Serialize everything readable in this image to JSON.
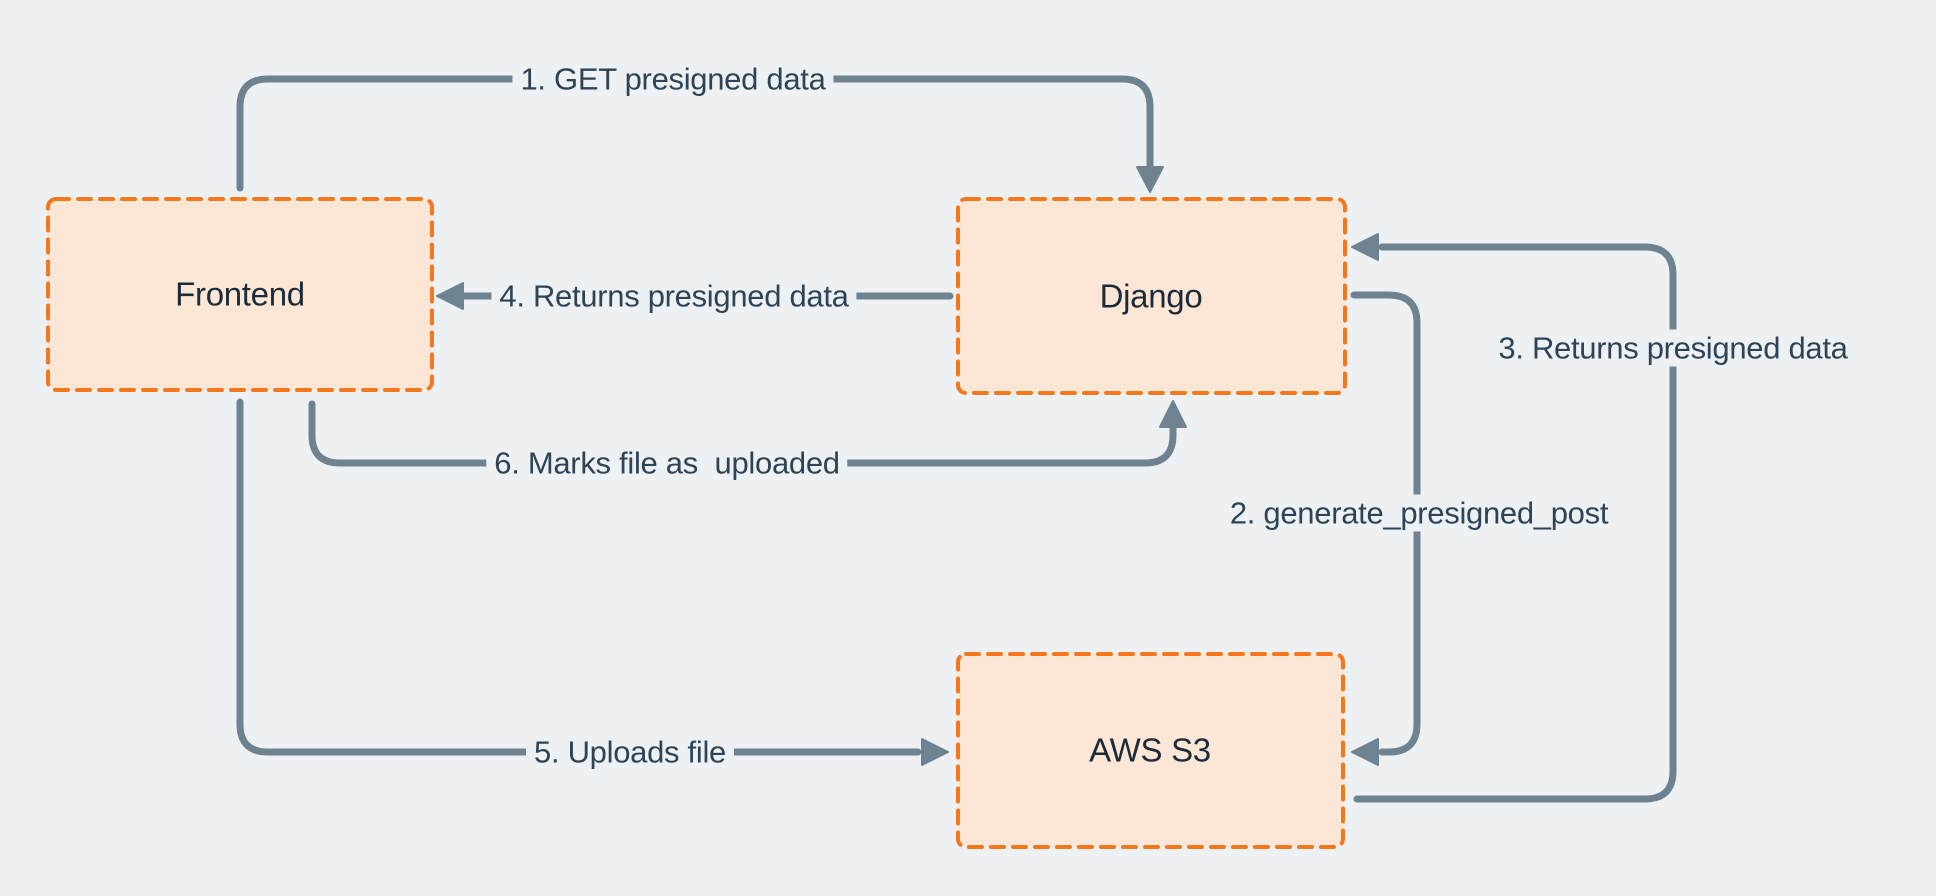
{
  "diagram": {
    "background_color": "#eef1f4",
    "connector_color": "#6f8290",
    "node_border_color": "#f4771e",
    "node_fill_color": "#fce6d6",
    "node_text_color": "#1c2b39",
    "edge_label_color": "#2e4456",
    "nodes": [
      {
        "id": "frontend",
        "label": "Frontend"
      },
      {
        "id": "django",
        "label": "Django"
      },
      {
        "id": "aws-s3",
        "label": "AWS S3"
      }
    ],
    "edges": [
      {
        "order": "1",
        "label": "1. GET presigned data",
        "from": "Frontend",
        "to": "Django"
      },
      {
        "order": "2",
        "label": "2. generate_presigned_post",
        "from": "Django",
        "to": "AWS S3"
      },
      {
        "order": "3",
        "label": "3. Returns presigned data",
        "from": "AWS S3",
        "to": "Django"
      },
      {
        "order": "4",
        "label": "4. Returns presigned data",
        "from": "Django",
        "to": "Frontend"
      },
      {
        "order": "5",
        "label": "5. Uploads file",
        "from": "Frontend",
        "to": "AWS S3"
      },
      {
        "order": "6",
        "label": "6. Marks file as  uploaded",
        "from": "Frontend",
        "to": "Django"
      }
    ]
  }
}
